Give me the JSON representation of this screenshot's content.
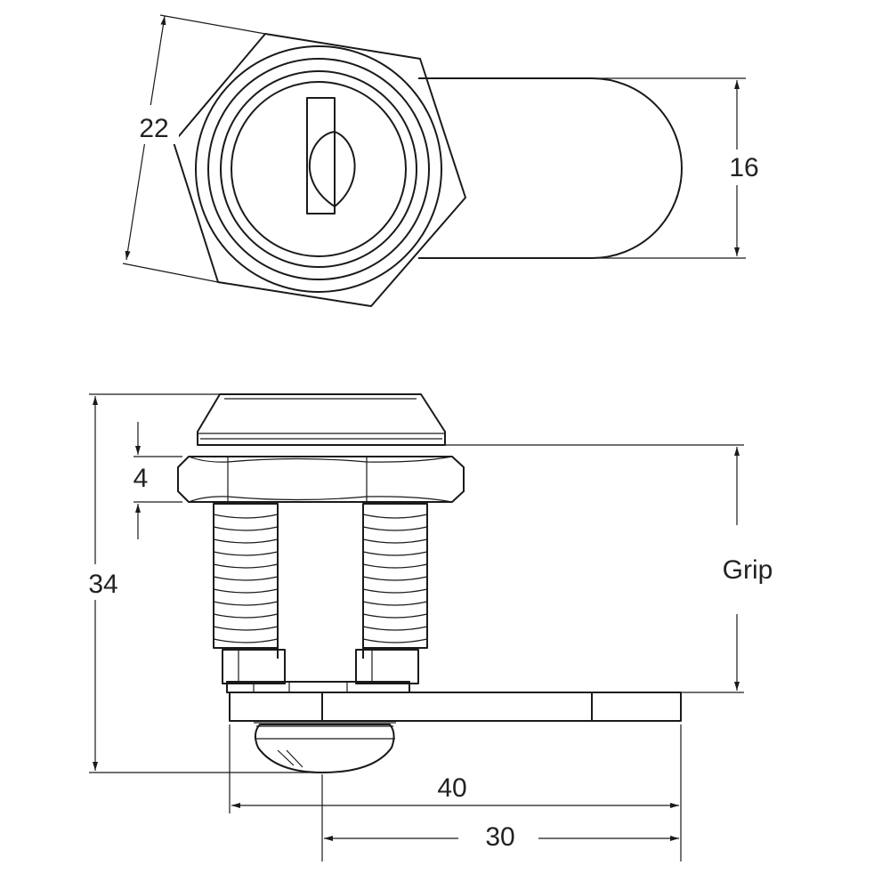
{
  "dimensions": {
    "hex_across_flats": "22",
    "cam_width": "16",
    "nut_thickness": "4",
    "overall_height": "34",
    "grip": "Grip",
    "cam_length_overall": "40",
    "cam_length_from_center": "30"
  },
  "colors": {
    "line": "#1a1a1a",
    "background": "#ffffff"
  }
}
